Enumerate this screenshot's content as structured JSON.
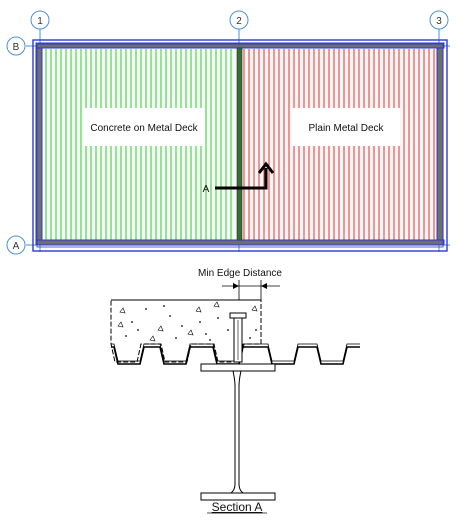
{
  "grid_bubbles": {
    "col_1": "1",
    "col_2": "2",
    "col_3": "3",
    "row_b": "B",
    "row_a": "A"
  },
  "labels": {
    "concrete_deck": "Concrete on Metal Deck",
    "plain_deck": "Plain Metal Deck",
    "section_marker": "A",
    "min_edge_distance": "Min Edge Distance",
    "section_title": "Section A"
  },
  "colors": {
    "concrete_deck": "#3cc83c",
    "plain_deck": "#d23c3c",
    "grid_frame": "#2a3ad6",
    "bubble": "#4a90d9",
    "beam_fill": "#6e6e6e",
    "drawing_line": "#000000"
  }
}
